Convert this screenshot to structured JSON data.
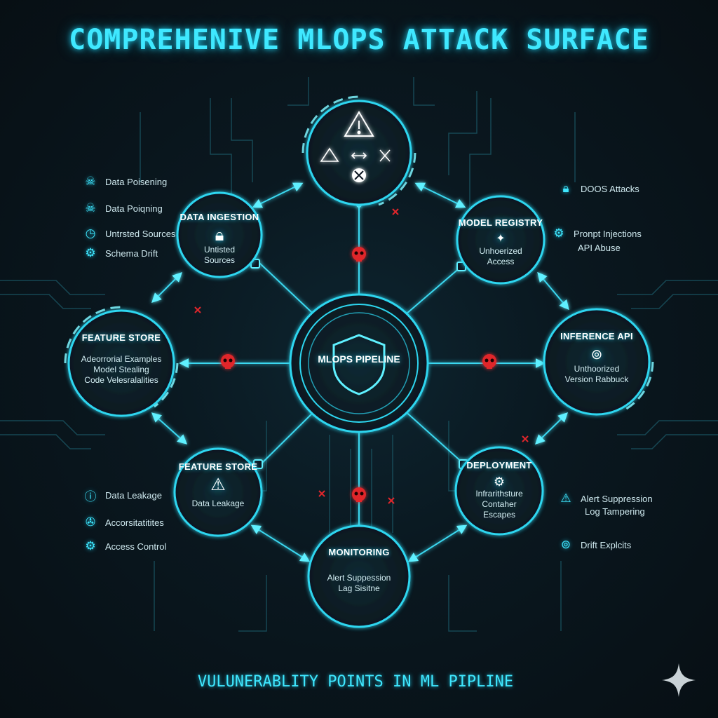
{
  "title": "COMPREHENIVE MLOPS ATTACK SURFACE",
  "footer": "VULUNERABLITY POINTS IN ML PIPLINE",
  "center": {
    "label": "MLOPS PIPELINE",
    "icon": "shield-icon"
  },
  "top_node": {
    "icons": [
      "warning-icon",
      "warning-icon",
      "arrows-icon",
      "shuffle-icon",
      "tools-icon"
    ]
  },
  "nodes": {
    "data_ingestion": {
      "title": "DATA INGESTION",
      "icon": "lock-icon",
      "lines": [
        "Untisted",
        "Sources"
      ]
    },
    "model_registry": {
      "title": "MODEL REGISTRY",
      "icon": "bug-icon",
      "lines": [
        "Unhoerized",
        "Access"
      ]
    },
    "feature_store_left": {
      "title": "FEATURE STORE",
      "lines": [
        "Adeorrorial Examples",
        "Model Stealing",
        "Code Velesralalities"
      ]
    },
    "inference_api": {
      "title": "INFERENCE API",
      "icon": "target-icon",
      "lines": [
        "Unthoorized",
        "Version Rabbuck"
      ]
    },
    "feature_store_lower": {
      "title": "FEATURE STORE",
      "icon": "warning-icon",
      "lines": [
        "Data Leakage"
      ]
    },
    "deployment": {
      "title": "DEPLOYMENT",
      "icon": "gear-icon",
      "lines": [
        "Infrarithsture",
        "Contaher",
        "Escapes"
      ]
    },
    "monitoring": {
      "title": "MONITORING",
      "lines": [
        "Alert Suppession",
        "Lag Sisitne"
      ]
    }
  },
  "left_top_list": [
    {
      "icon": "skull-icon",
      "label": "Data Poisening"
    },
    {
      "icon": "skull-icon",
      "label": "Data Poiqning"
    },
    {
      "icon": "clock-icon",
      "label": "Untrsted Sources"
    },
    {
      "icon": "gear-icon",
      "label": "Schema Drift"
    }
  ],
  "left_bottom_list": [
    {
      "icon": "alert-circle-icon",
      "label": "Data Leakage"
    },
    {
      "icon": "tools-icon",
      "label": "Accorsitatitites"
    },
    {
      "icon": "gear-icon",
      "label": "Access Control"
    }
  ],
  "right_top_list": [
    {
      "icon": "lock-icon",
      "label": "DOOS Attacks"
    },
    {
      "icon": "gear-icon",
      "label": "Pronpt Injections"
    },
    {
      "icon": "",
      "label": "API Abuse"
    }
  ],
  "right_bottom_list": [
    {
      "icon": "warning-icon",
      "label": "Alert Suppression"
    },
    {
      "icon": "",
      "label": "Log Tampering"
    },
    {
      "icon": "target-icon",
      "label": "Drift Explcits"
    }
  ],
  "colors": {
    "accent": "#3fe8ff",
    "ring": "#22c9e6",
    "threat": "#e0262b",
    "background": "#0a1820"
  }
}
